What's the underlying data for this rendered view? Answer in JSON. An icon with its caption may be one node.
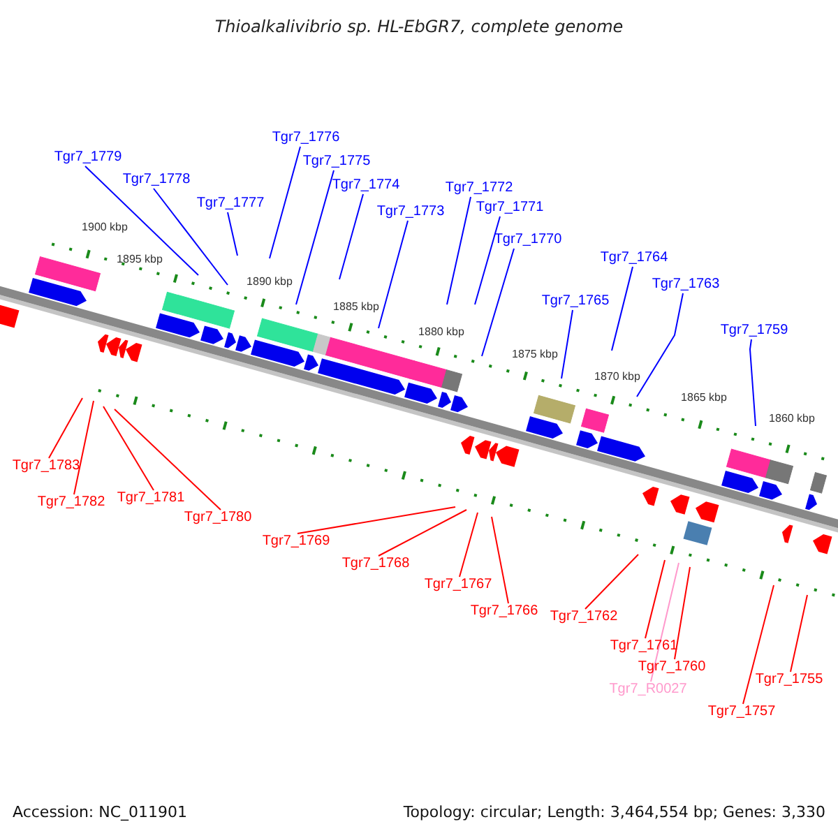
{
  "diagram": {
    "title": "Thioalkalivibrio sp. HL-EbGR7, complete genome",
    "nodes": [
      {
        "text": [
          "Tgr7_1779"
        ]
      },
      {
        "text": [
          "Tgr7_1778"
        ]
      },
      {
        "text": [
          "Tgr7_1777"
        ]
      },
      {
        "text": [
          "Tgr7_1776"
        ]
      },
      {
        "text": [
          "Tgr7_1775"
        ]
      },
      {
        "text": [
          "Tgr7_1774"
        ]
      },
      {
        "text": [
          "Tgr7_1773"
        ]
      },
      {
        "text": [
          "Tgr7_1772"
        ]
      },
      {
        "text": [
          "Tgr7_1771"
        ]
      },
      {
        "text": [
          "Tgr7_1770"
        ]
      },
      {
        "text": [
          "Tgr7_1765"
        ]
      },
      {
        "text": [
          "Tgr7_1764"
        ]
      },
      {
        "text": [
          "Tgr7_1763"
        ]
      },
      {
        "text": [
          "Tgr7_1759"
        ]
      },
      {
        "text": [
          "Tgr7_1783"
        ]
      },
      {
        "text": [
          "Tgr7_1782"
        ]
      },
      {
        "text": [
          "Tgr7_1781"
        ]
      },
      {
        "text": [
          "Tgr7_1780"
        ]
      },
      {
        "text": [
          "Tgr7_1769"
        ]
      },
      {
        "text": [
          "Tgr7_1768"
        ]
      },
      {
        "text": [
          "Tgr7_1767"
        ]
      },
      {
        "text": [
          "Tgr7_1766"
        ]
      },
      {
        "text": [
          "Tgr7_1762"
        ]
      },
      {
        "text": [
          "Tgr7_1761"
        ]
      },
      {
        "text": [
          "Tgr7_1760"
        ]
      },
      {
        "text": [
          "Tgr7_R0027"
        ]
      },
      {
        "text": [
          "Tgr7_1757"
        ]
      },
      {
        "text": [
          "Tgr7_1755"
        ]
      }
    ],
    "edges": [
      {
        "from": 0,
        "to": null,
        "arrow": "none"
      },
      {
        "from": 1,
        "to": null,
        "arrow": "none"
      },
      {
        "from": 2,
        "to": null,
        "arrow": "none"
      },
      {
        "from": 3,
        "to": null,
        "arrow": "none"
      },
      {
        "from": 4,
        "to": null,
        "arrow": "none"
      },
      {
        "from": 5,
        "to": null,
        "arrow": "none"
      },
      {
        "from": 6,
        "to": null,
        "arrow": "none"
      },
      {
        "from": 7,
        "to": null,
        "arrow": "none"
      },
      {
        "from": 8,
        "to": null,
        "arrow": "none"
      },
      {
        "from": 9,
        "to": null,
        "arrow": "none"
      },
      {
        "from": 10,
        "to": null,
        "arrow": "none"
      },
      {
        "from": 11,
        "to": null,
        "arrow": "none"
      },
      {
        "from": 12,
        "to": null,
        "arrow": "none"
      },
      {
        "from": 13,
        "to": null,
        "arrow": "none"
      },
      {
        "from": 14,
        "to": null,
        "arrow": "none",
        "color": "#ff0000"
      },
      {
        "from": 15,
        "to": null,
        "arrow": "none",
        "color": "#ff0000"
      },
      {
        "from": 16,
        "to": null,
        "arrow": "none",
        "color": "#ff0000"
      },
      {
        "from": 17,
        "to": null,
        "arrow": "none",
        "color": "#ff0000"
      },
      {
        "from": 18,
        "to": null,
        "arrow": "none",
        "color": "#ff0000"
      },
      {
        "from": 19,
        "to": null,
        "arrow": "none",
        "color": "#ff0000"
      },
      {
        "from": 20,
        "to": null,
        "arrow": "none",
        "color": "#ff0000"
      },
      {
        "from": 21,
        "to": null,
        "arrow": "none",
        "color": "#ff0000"
      },
      {
        "from": 22,
        "to": null,
        "arrow": "none",
        "color": "#ff0000"
      },
      {
        "from": 23,
        "to": null,
        "arrow": "none",
        "color": "#ff0000"
      },
      {
        "from": 24,
        "to": null,
        "arrow": "none",
        "color": "#ff0000"
      },
      {
        "from": 25,
        "to": null,
        "arrow": "none",
        "color": "#ff99cc"
      },
      {
        "from": 26,
        "to": null,
        "arrow": "none",
        "color": "#ff0000"
      },
      {
        "from": 27,
        "to": null,
        "arrow": "none",
        "color": "#ff0000"
      }
    ],
    "labels": [
      "1900 kbp",
      "1895 kbp",
      "1890 kbp",
      "1885 kbp",
      "1880 kbp",
      "1875 kbp",
      "1870 kbp",
      "1865 kbp",
      "1860 kbp",
      "Accession: NC_011901",
      "Topology: circular; Length: 3,464,554 bp; Genes: 3,330"
    ]
  }
}
